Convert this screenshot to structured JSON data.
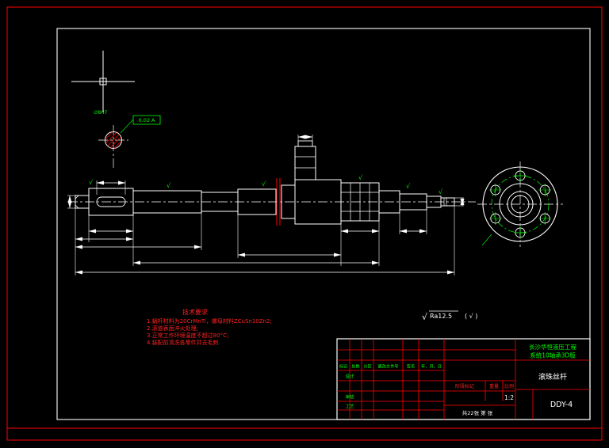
{
  "canvas": {
    "bg": "#000000"
  },
  "colors": {
    "line": "#ffffff",
    "red": "#ff0000",
    "green": "#00ff00"
  },
  "notes": {
    "title": "技术要求",
    "line1": "1.蜗杆材料为20CrMnTi，螺母材料ZCuSn10Zn2;",
    "line2": "2.滚道表面淬火处理;",
    "line3": "3.正常工作环境温度不超过80°C;",
    "line4": "4.装配前清洗各零件并去毛刺."
  },
  "surface_note": {
    "sqrt": "√",
    "value": "Ra12.5",
    "other": "( √ )"
  },
  "detail": {
    "dia_label": "∅8H7",
    "tolerance_label": "0.02 A"
  },
  "title_block": {
    "company_line1": "长沙华恒液压工程",
    "company_line2": "系统10轴承3D版",
    "part_name": "滚珠丝杆",
    "drawing_no": "DDY-4",
    "stage_label": "阶段标记",
    "weight_label": "重量",
    "scale_label": "比例",
    "scale_value": "1:2",
    "sheet_info": "共22张 第 张",
    "header_cells": [
      "标记",
      "处数",
      "分区",
      "更改文件号",
      "签名",
      "年、月、日"
    ],
    "row_labels": [
      "设计",
      "审核",
      "工艺"
    ]
  }
}
